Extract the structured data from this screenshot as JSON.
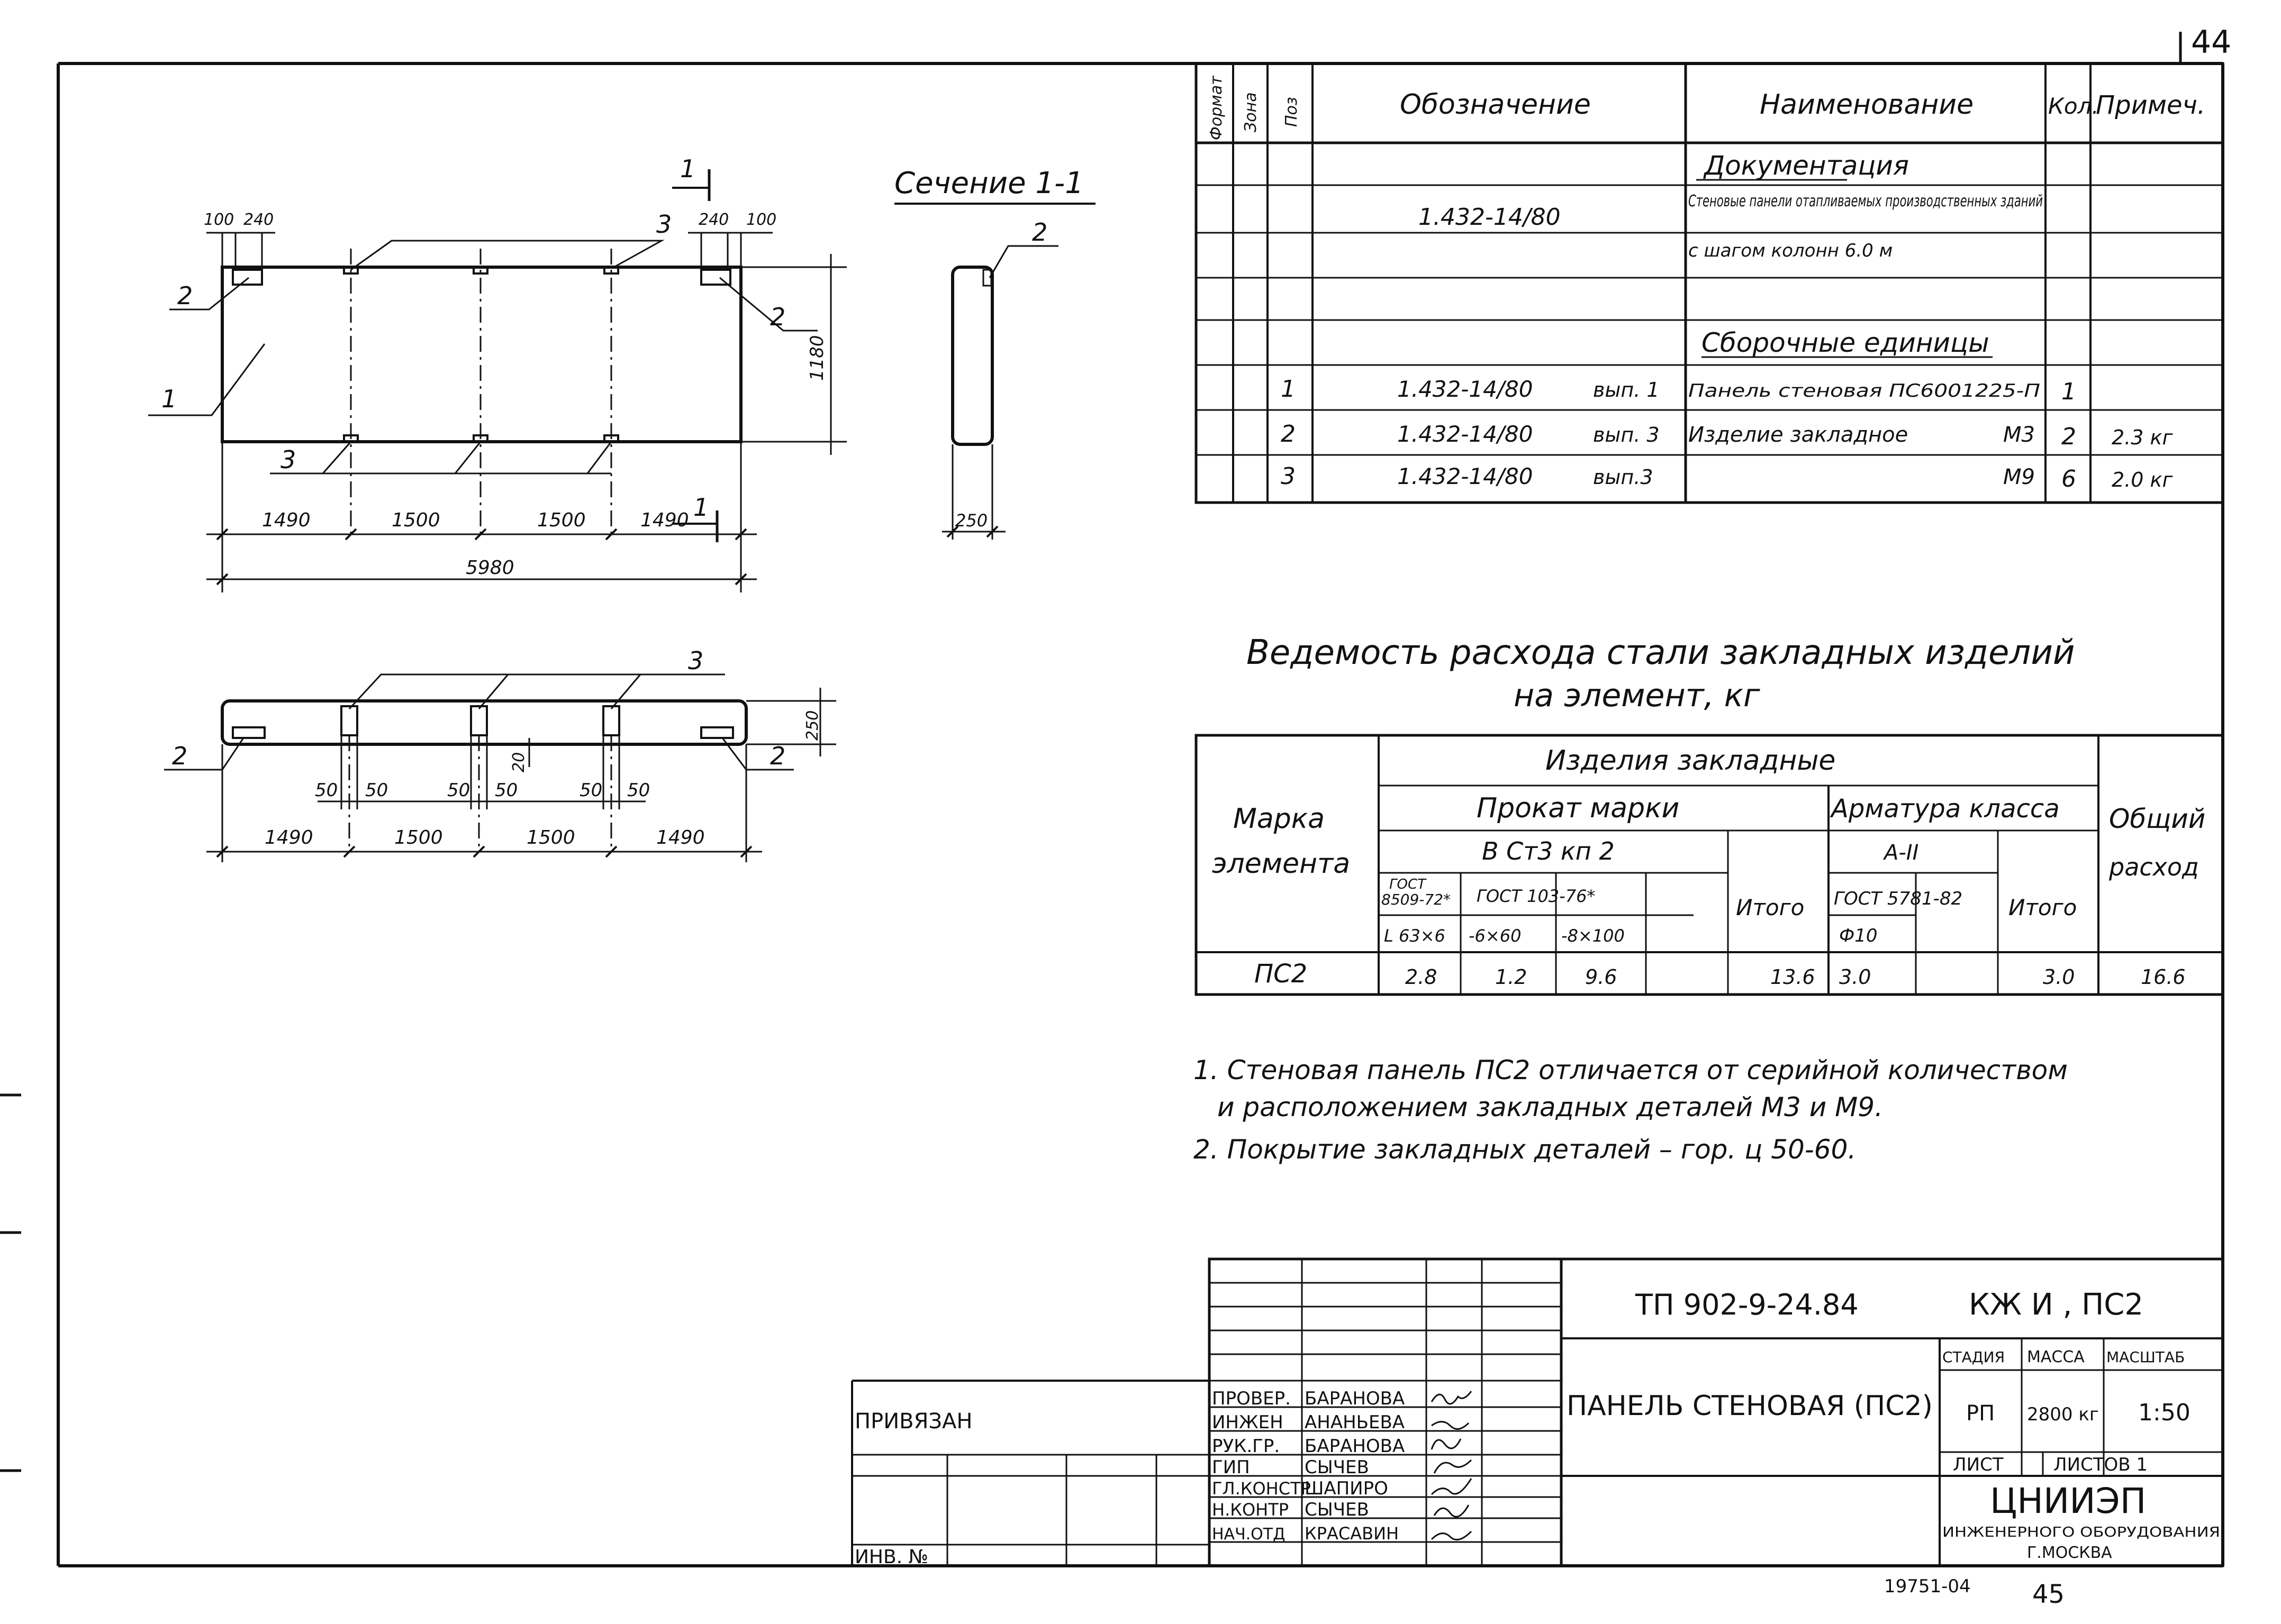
{
  "sheet": {
    "page_corner": "44",
    "doc_code": "ТП 902-9-24.84",
    "doc_mark": "КЖ И , ПС2",
    "doc_title": "ПАНЕЛЬ СТЕНОВАЯ (ПС2)",
    "stage_head": "СТАДИЯ",
    "mass_head": "МАССА",
    "scale_head": "МАСШТАБ",
    "stage": "РП",
    "mass": "2800 кг",
    "scale": "1:50",
    "sheet_label": "ЛИСТ",
    "sheets_label": "ЛИСТОВ 1",
    "org_name": "ЦНИИЭП",
    "org_sub": "ИНЖЕНЕРНОГО ОБОРУДОВАНИЯ",
    "org_city": "Г.МОСКВА",
    "bind_label": "ПРИВЯЗАН",
    "inv_label": "ИНВ. №",
    "footer_code": "19751-04",
    "footer_page": "45"
  },
  "signatures": [
    {
      "role": "ПРОВЕР.",
      "name": "БАРАНОВА"
    },
    {
      "role": "ИНЖЕН",
      "name": "АНАНЬЕВА"
    },
    {
      "role": "РУК.ГР.",
      "name": "БАРАНОВА"
    },
    {
      "role": "ГИП",
      "name": "СЫЧЕВ"
    },
    {
      "role": "ГЛ.КОНСТР",
      "name": "ШАПИРО"
    },
    {
      "role": "Н.КОНТР",
      "name": "СЫЧЕВ"
    },
    {
      "role": "НАЧ.ОТД",
      "name": "КРАСАВИН"
    }
  ],
  "drawing": {
    "section_title": "Сечение 1-1",
    "section_mark": "1",
    "pos1": "1",
    "pos2": "2",
    "pos3": "3",
    "dim_100": "100",
    "dim_240": "240",
    "dim_1180": "1180",
    "dim_250": "250",
    "dim_20": "20",
    "dim_50": "50",
    "dim_1490": "1490",
    "dim_1500": "1500",
    "dim_5980": "5980"
  },
  "spec": {
    "headers": {
      "format": "Формат",
      "zone": "Зона",
      "pos": "Поз",
      "designation": "Обозначение",
      "name": "Наименование",
      "qty": "Кол.",
      "note": "Примеч."
    },
    "section_docs": "Документация",
    "doc_designation": "1.432-14/80",
    "doc_name_1": "Стеновые панели отапливаемых производственных зданий",
    "doc_name_2": "с шагом колонн 6.0 м",
    "section_units": "Сборочные единицы",
    "rows": [
      {
        "pos": "1",
        "designation": "1.432-14/80",
        "issue": "вып. 1",
        "name": "Панель стеновая ПС6001225-П",
        "mark": "",
        "qty": "1",
        "note": ""
      },
      {
        "pos": "2",
        "designation": "1.432-14/80",
        "issue": "вып. 3",
        "name": "Изделие закладное",
        "mark": "М3",
        "qty": "2",
        "note": "2.3 кг"
      },
      {
        "pos": "3",
        "designation": "1.432-14/80",
        "issue": "вып.3",
        "name": "",
        "mark": "М9",
        "qty": "6",
        "note": "2.0 кг"
      }
    ]
  },
  "steel": {
    "title_1": "Ведемость расхода стали закладных изделий",
    "title_2": "на элемент, кг",
    "h_element": "Марка элемента",
    "h_element_1": "Марка",
    "h_element_2": "элемента",
    "h_embedded": "Изделия закладные",
    "h_rolled": "Прокат марки",
    "h_grade": "В Ст3 кп 2",
    "h_gost1_a": "ГОСТ",
    "h_gost1_b": "8509-72*",
    "h_gost2": "ГОСТ 103-76*",
    "h_angle": "L 63×6",
    "h_strip1": "-6×60",
    "h_strip2": "-8×100",
    "h_total": "Итого",
    "h_rebar": "Арматура класса",
    "h_rebar_class": "А-II",
    "h_gost3": "ГОСТ 5781-82",
    "h_d10": "Ф10",
    "h_total2": "Итого",
    "h_overall": "Общий расход",
    "h_overall_1": "Общий",
    "h_overall_2": "расход",
    "row": {
      "mark": "ПС2",
      "angle": "2.8",
      "strip1": "1.2",
      "strip2": "9.6",
      "total": "13.6",
      "rebar": "3.0",
      "total2": "3.0",
      "overall": "16.6"
    }
  },
  "notes": {
    "n1_a": "1. Стеновая панель ПС2 отличается от серийной количеством",
    "n1_b": "и расположением закладных деталей М3 и М9.",
    "n2": "2. Покрытие закладных деталей – гор. ц 50-60."
  }
}
